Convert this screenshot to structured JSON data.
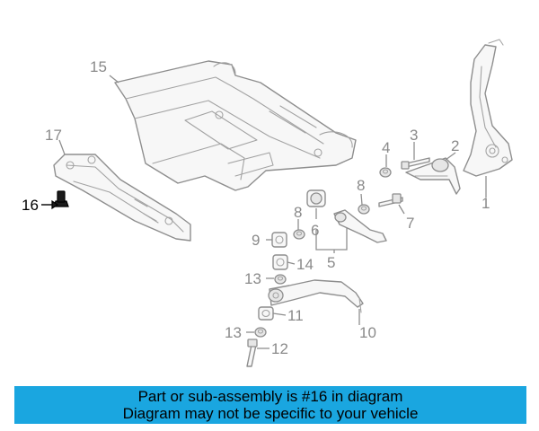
{
  "diagram": {
    "callouts": {
      "c1": "1",
      "c2": "2",
      "c3": "3",
      "c4": "4",
      "c5": "5",
      "c6": "6",
      "c7": "7",
      "c8a": "8",
      "c8b": "8",
      "c9": "9",
      "c10": "10",
      "c11": "11",
      "c12": "12",
      "c13a": "13",
      "c13b": "13",
      "c14": "14",
      "c15": "15",
      "c16": "16",
      "c17": "17"
    },
    "highlighted_part": "16",
    "highlight_color": "#000000",
    "line_color": "#8e8e8e"
  },
  "banner": {
    "line1": "Part or sub-assembly is #16 in diagram",
    "line2": "Diagram may not be specific to your vehicle",
    "background": "#1aa6e0"
  }
}
